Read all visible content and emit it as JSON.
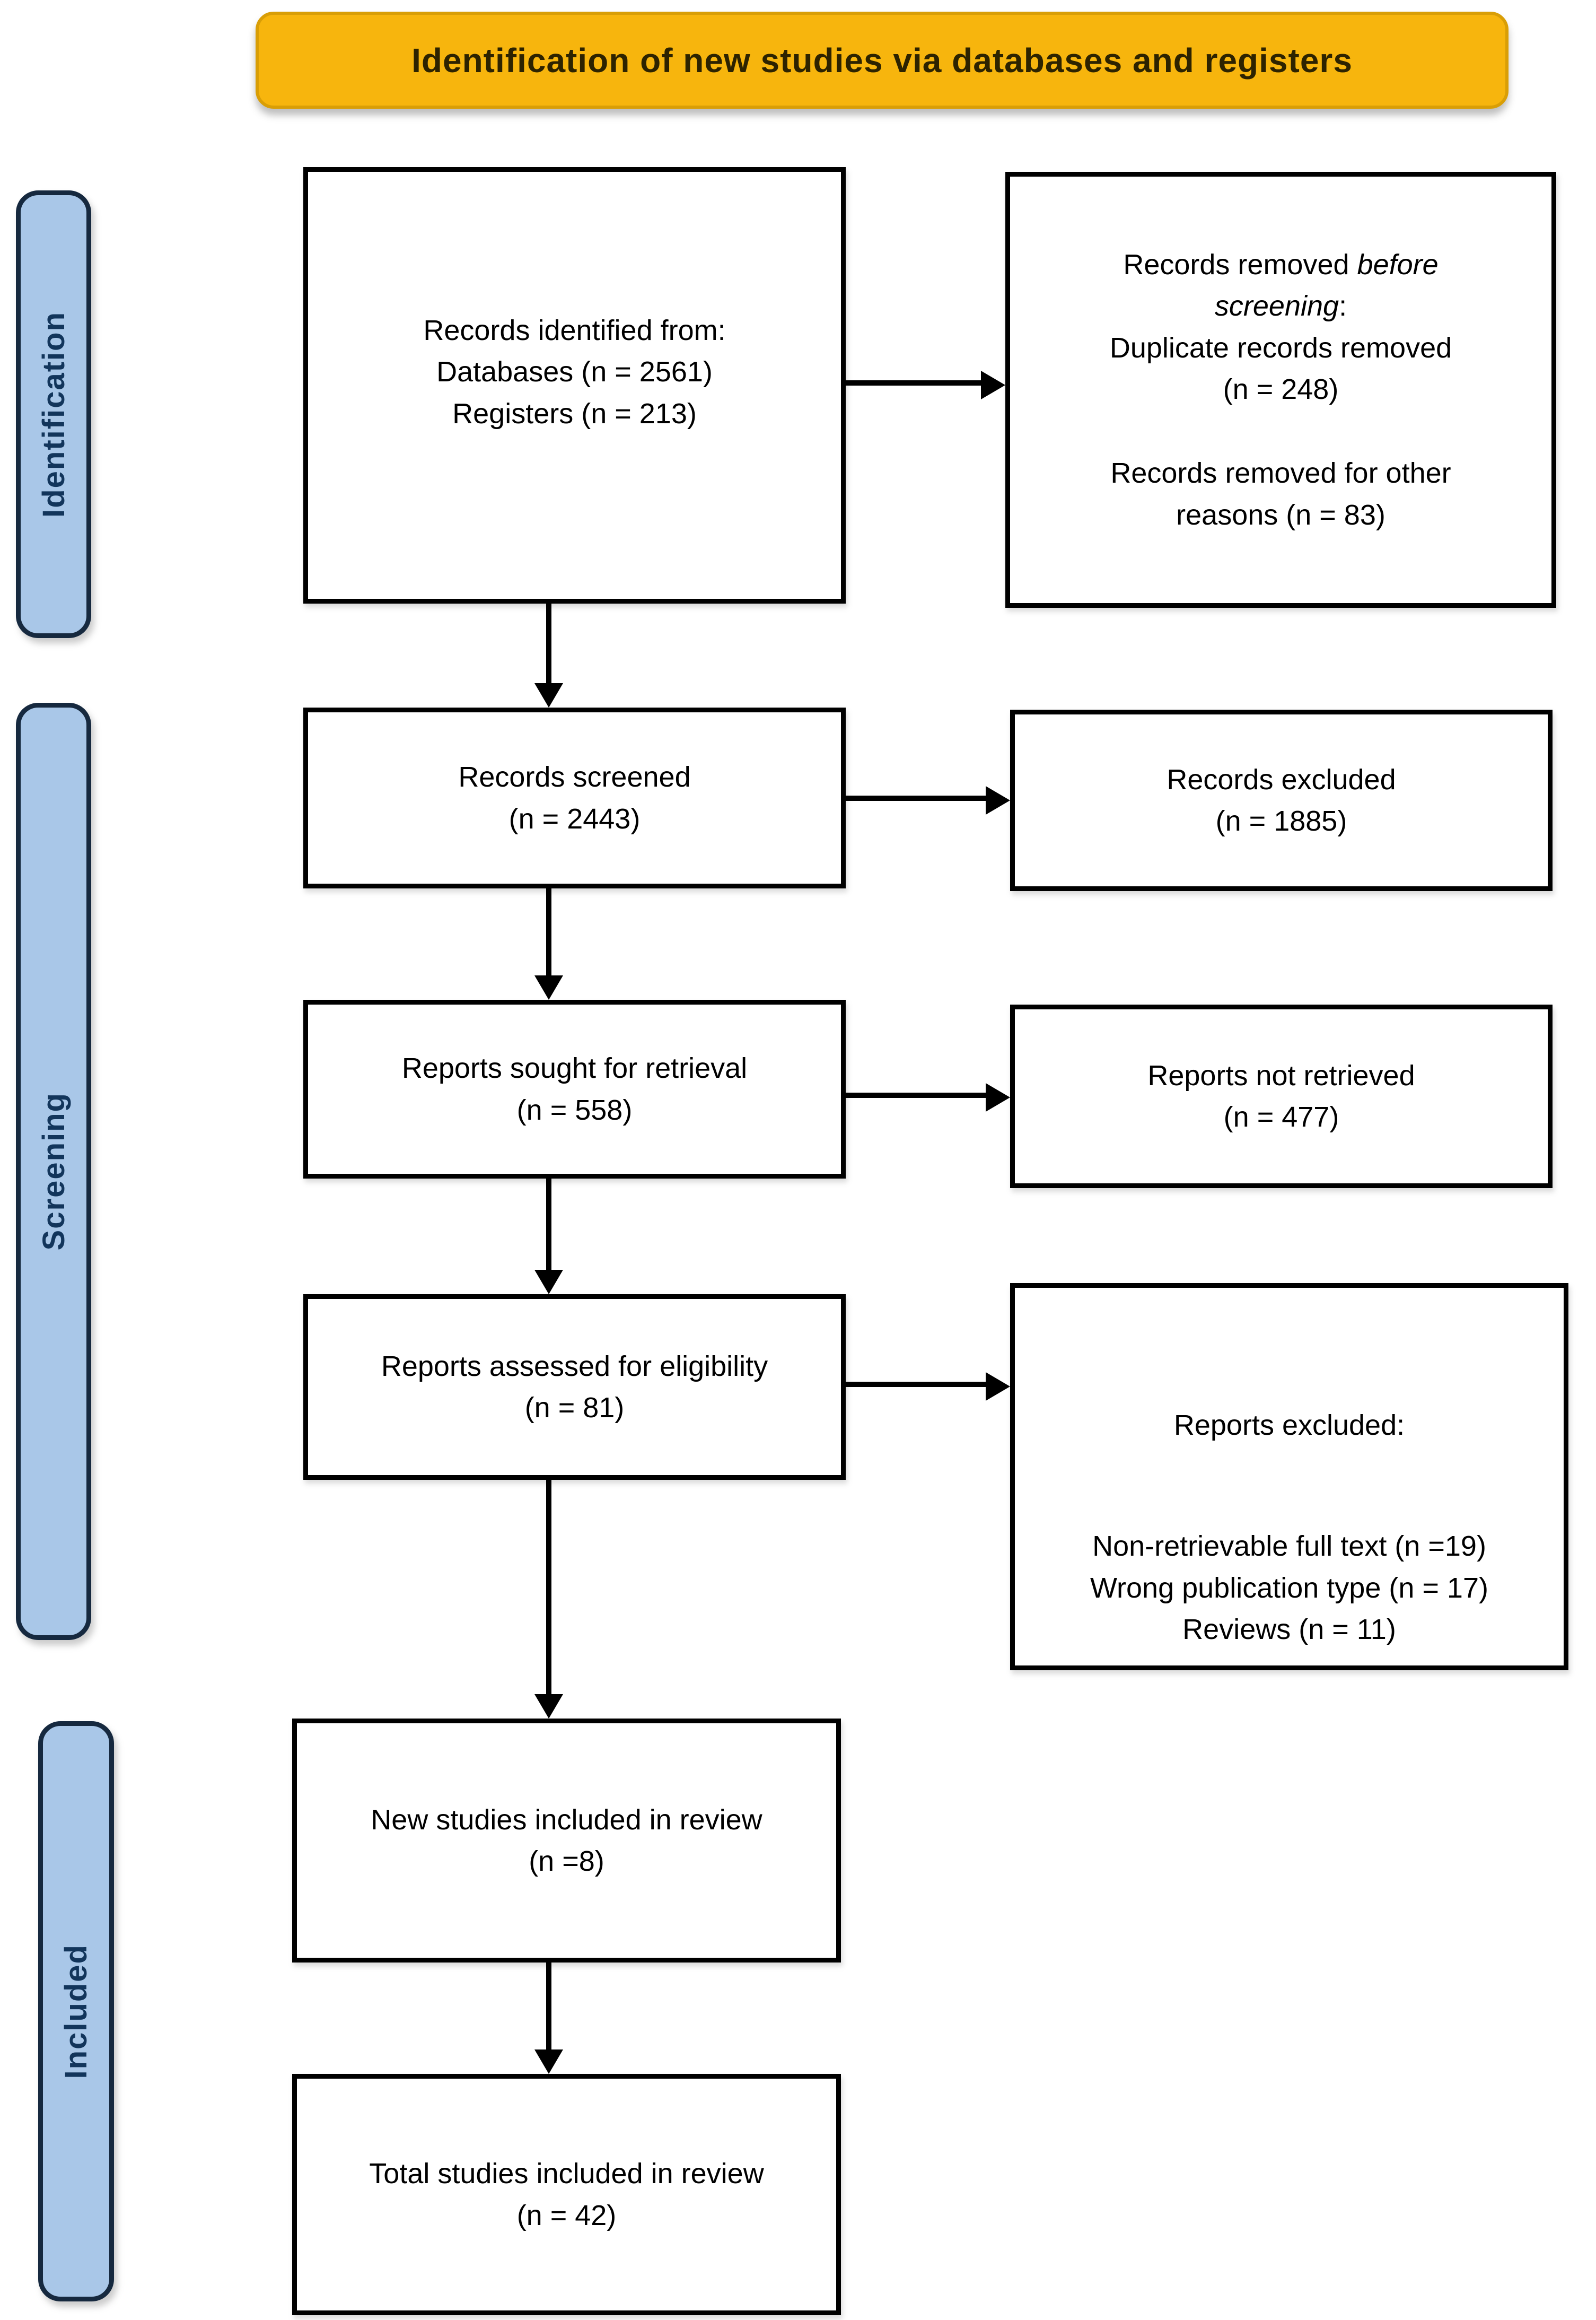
{
  "title": {
    "label": "Identification of new studies via databases and registers"
  },
  "sidebar": {
    "identification": "Identification",
    "screening": "Screening",
    "included": "Included"
  },
  "colors": {
    "banner_bg": "#f7b50d",
    "banner_border": "#d99e06",
    "banner_text": "#2d2300",
    "stage_bg": "#a9c7e8",
    "stage_border": "#16293f",
    "stage_text": "#12355b",
    "box_border": "#000000",
    "arrow": "#000000"
  },
  "boxes": {
    "records_identified": {
      "l1": "Records identified from:",
      "l2": "Databases (n = 2561)",
      "l3": "Registers (n = 213)"
    },
    "records_removed": {
      "l1a": "Records removed ",
      "l1b": "before",
      "l2a": "screening",
      "l2b": ":",
      "l3": "Duplicate records removed",
      "l4": "(n = 248)",
      "l5": "Records removed for other",
      "l6": "reasons (n = 83)"
    },
    "records_screened": {
      "l1": "Records screened",
      "l2": "(n = 2443)"
    },
    "records_excluded": {
      "l1": "Records excluded",
      "l2": "(n = 1885)"
    },
    "reports_sought": {
      "l1": "Reports sought for retrieval",
      "l2": "(n = 558)"
    },
    "reports_not_retrieved": {
      "l1": "Reports not retrieved",
      "l2": "(n = 477)"
    },
    "reports_assessed": {
      "l1": "Reports assessed for eligibility",
      "l2": "(n = 81)"
    },
    "reports_excluded": {
      "l1": "Reports excluded:",
      "l2": "Non-retrievable full text (n =19)",
      "l3": "Wrong publication type (n = 17)",
      "l4": "Reviews (n = 11)"
    },
    "new_studies": {
      "l1": "New studies included in review",
      "l2": "(n =8)"
    },
    "total_studies": {
      "l1": "Total studies included in review",
      "l2": "(n = 42)"
    }
  }
}
